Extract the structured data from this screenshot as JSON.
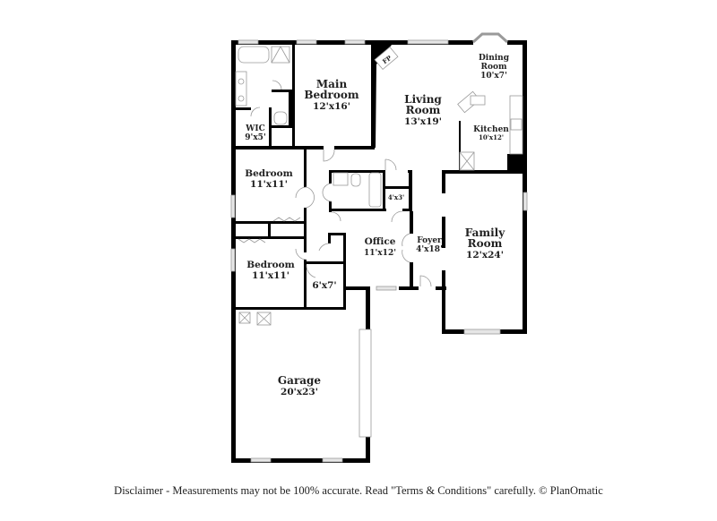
{
  "floorplan": {
    "rooms": [
      {
        "id": "main-bedroom",
        "name_lines": [
          "Main",
          "Bedroom"
        ],
        "size": "12'x16'"
      },
      {
        "id": "wic",
        "name_lines": [
          "WIC"
        ],
        "size": "9'x5'"
      },
      {
        "id": "living-room",
        "name_lines": [
          "Living",
          "Room"
        ],
        "size": "13'x19'"
      },
      {
        "id": "dining-room",
        "name_lines": [
          "Dining",
          "Room"
        ],
        "size": "10'x7'"
      },
      {
        "id": "kitchen",
        "name_lines": [
          "Kitchen"
        ],
        "size": "10'x12'"
      },
      {
        "id": "bedroom-1",
        "name_lines": [
          "Bedroom"
        ],
        "size": "11'x11'"
      },
      {
        "id": "bedroom-2",
        "name_lines": [
          "Bedroom"
        ],
        "size": "11'x11'"
      },
      {
        "id": "closet-small",
        "name_lines": [],
        "size": "4'x3'"
      },
      {
        "id": "office",
        "name_lines": [
          "Office"
        ],
        "size": "11'x12'"
      },
      {
        "id": "foyer",
        "name_lines": [
          "Foyer"
        ],
        "size": "4'x18'"
      },
      {
        "id": "family-room",
        "name_lines": [
          "Family",
          "Room"
        ],
        "size": "12'x24'"
      },
      {
        "id": "storage",
        "name_lines": [],
        "size": "6'x7'"
      },
      {
        "id": "garage",
        "name_lines": [
          "Garage"
        ],
        "size": "20'x23'"
      }
    ],
    "fireplace_label": "FP",
    "colors": {
      "wall": "#000000",
      "window": "#e6e6e6",
      "fixture_stroke": "#9a9a9a",
      "text": "#222222"
    }
  },
  "disclaimer": "Disclaimer - Measurements may not be 100% accurate. Read \"Terms & Conditions\" carefully. © PlanOmatic"
}
